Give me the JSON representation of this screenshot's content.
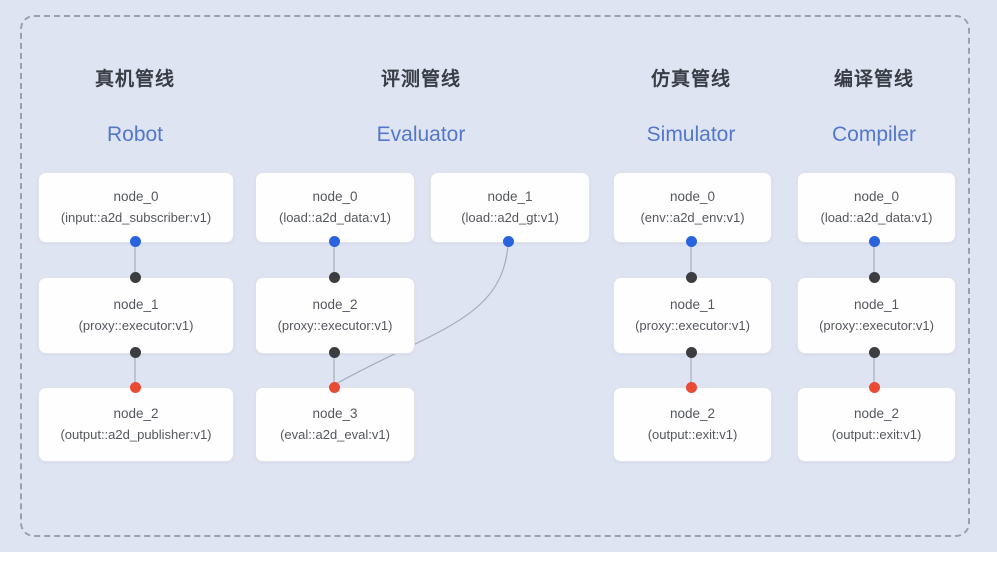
{
  "diagram": {
    "description": "Four A2D pipelines diagram inside a dashed rounded frame",
    "colors": {
      "background": "#dfe4f3",
      "frame_dash": "#99a1ae",
      "node_background": "#fefefe",
      "node_border": "#e2e3e8",
      "node_text": "#54575e",
      "title_zh": "#383d46",
      "title_en": "#5377cb",
      "edge_line": "#a6adbd",
      "port_output_blue": "#2964de",
      "port_proxy_black": "#3b3d40",
      "port_input_red": "#e94b35"
    }
  },
  "pipelines": [
    {
      "title_zh": "真机管线",
      "title_en": "Robot",
      "nodes": [
        {
          "name": "node_0",
          "type": "(input::a2d_subscriber:v1)"
        },
        {
          "name": "node_1",
          "type": "(proxy::executor:v1)"
        },
        {
          "name": "node_2",
          "type": "(output::a2d_publisher:v1)"
        }
      ]
    },
    {
      "title_zh": "评测管线",
      "title_en": "Evaluator",
      "nodes": [
        {
          "name": "node_0",
          "type": "(load::a2d_data:v1)"
        },
        {
          "name": "node_1",
          "type": "(load::a2d_gt:v1)"
        },
        {
          "name": "node_2",
          "type": "(proxy::executor:v1)"
        },
        {
          "name": "node_3",
          "type": "(eval::a2d_eval:v1)"
        }
      ]
    },
    {
      "title_zh": "仿真管线",
      "title_en": "Simulator",
      "nodes": [
        {
          "name": "node_0",
          "type": "(env::a2d_env:v1)"
        },
        {
          "name": "node_1",
          "type": "(proxy::executor:v1)"
        },
        {
          "name": "node_2",
          "type": "(output::exit:v1)"
        }
      ]
    },
    {
      "title_zh": "编译管线",
      "title_en": "Compiler",
      "nodes": [
        {
          "name": "node_0",
          "type": "(load::a2d_data:v1)"
        },
        {
          "name": "node_1",
          "type": "(proxy::executor:v1)"
        },
        {
          "name": "node_2",
          "type": "(output::exit:v1)"
        }
      ]
    }
  ],
  "edges": [
    {
      "pipeline": "Robot",
      "from": "node_0",
      "to": "node_1"
    },
    {
      "pipeline": "Robot",
      "from": "node_1",
      "to": "node_2"
    },
    {
      "pipeline": "Evaluator",
      "from": "node_0",
      "to": "node_2"
    },
    {
      "pipeline": "Evaluator",
      "from": "node_1",
      "to": "node_3"
    },
    {
      "pipeline": "Evaluator",
      "from": "node_2",
      "to": "node_3"
    },
    {
      "pipeline": "Simulator",
      "from": "node_0",
      "to": "node_1"
    },
    {
      "pipeline": "Simulator",
      "from": "node_1",
      "to": "node_2"
    },
    {
      "pipeline": "Compiler",
      "from": "node_0",
      "to": "node_1"
    },
    {
      "pipeline": "Compiler",
      "from": "node_1",
      "to": "node_2"
    }
  ]
}
